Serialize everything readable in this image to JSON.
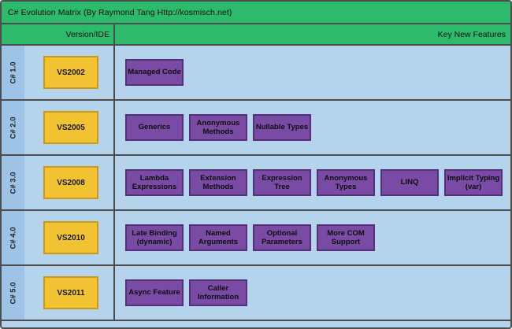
{
  "title": "C# Evolution Matrix (By Raymond Tang Http://kosmisch.net)",
  "header": {
    "version_col": "Version/IDE",
    "features_col": "Key New Features"
  },
  "rows": [
    {
      "version": "C# 1.0",
      "ide": "VS2002",
      "features": [
        "Managed Code"
      ]
    },
    {
      "version": "C# 2.0",
      "ide": "VS2005",
      "features": [
        "Generics",
        "Anonymous Methods",
        "Nullable Types"
      ]
    },
    {
      "version": "C# 3.0",
      "ide": "VS2008",
      "features": [
        "Lambda Expressions",
        "Extension Methods",
        "Expression Tree",
        "Anonymous Types",
        "LINQ",
        "Implicit Typing (var)"
      ]
    },
    {
      "version": "C# 4.0",
      "ide": "VS2010",
      "features": [
        "Late Binding (dynamic)",
        "Named Arguments",
        "Optional Parameters",
        "More COM Support"
      ]
    },
    {
      "version": "C# 5.0",
      "ide": "VS2011",
      "features": [
        "Async Feature",
        "Caller Information"
      ]
    }
  ],
  "colors": {
    "header_green": "#2dbb6b",
    "row_blue": "#b6d3ec",
    "label_strip_blue": "#9dc4e6",
    "ide_yellow": "#f1c232",
    "ide_yellow_border": "#c9991c",
    "feature_purple": "#7a4ba5",
    "feature_purple_border": "#53307c",
    "grid_border": "#4d4d4d"
  }
}
